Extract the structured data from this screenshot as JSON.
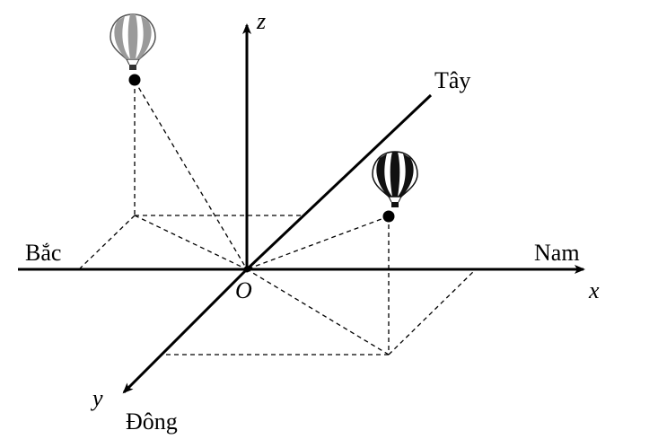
{
  "labels": {
    "west": "Tây",
    "north": "Bắc",
    "south": "Nam",
    "east": "Đông",
    "x_axis": "x",
    "y_axis": "y",
    "z_axis": "z",
    "origin": "O"
  },
  "colors": {
    "ink": "#000000",
    "balloon_light": "#9a9a9a",
    "balloon_dark": "#111111",
    "background": "#ffffff"
  },
  "icons": {
    "balloon_1": "hot-air-balloon-icon",
    "balloon_2": "hot-air-balloon-icon"
  }
}
